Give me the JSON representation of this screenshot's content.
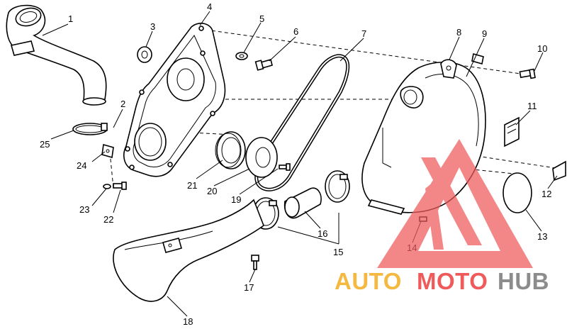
{
  "callouts": [
    {
      "id": "1",
      "label": "1"
    },
    {
      "id": "2",
      "label": "2"
    },
    {
      "id": "3",
      "label": "3"
    },
    {
      "id": "4",
      "label": "4"
    },
    {
      "id": "5",
      "label": "5"
    },
    {
      "id": "6",
      "label": "6"
    },
    {
      "id": "7",
      "label": "7"
    },
    {
      "id": "8",
      "label": "8"
    },
    {
      "id": "9",
      "label": "9"
    },
    {
      "id": "10",
      "label": "10"
    },
    {
      "id": "11",
      "label": "11"
    },
    {
      "id": "12",
      "label": "12"
    },
    {
      "id": "13",
      "label": "13"
    },
    {
      "id": "14",
      "label": "14"
    },
    {
      "id": "15",
      "label": "15"
    },
    {
      "id": "16",
      "label": "16"
    },
    {
      "id": "17",
      "label": "17"
    },
    {
      "id": "18",
      "label": "18"
    },
    {
      "id": "19",
      "label": "19"
    },
    {
      "id": "20",
      "label": "20"
    },
    {
      "id": "21",
      "label": "21"
    },
    {
      "id": "22",
      "label": "22"
    },
    {
      "id": "23",
      "label": "23"
    },
    {
      "id": "24",
      "label": "24"
    },
    {
      "id": "25",
      "label": "25"
    }
  ],
  "watermark": {
    "word_auto": "AUTO",
    "word_moto": "MOTO",
    "word_hub": "HUB",
    "color_auto": "#f5b942",
    "color_moto": "#ef5a5a",
    "color_hub": "#8c8c8c",
    "logo_color": "#ef5a5a"
  }
}
